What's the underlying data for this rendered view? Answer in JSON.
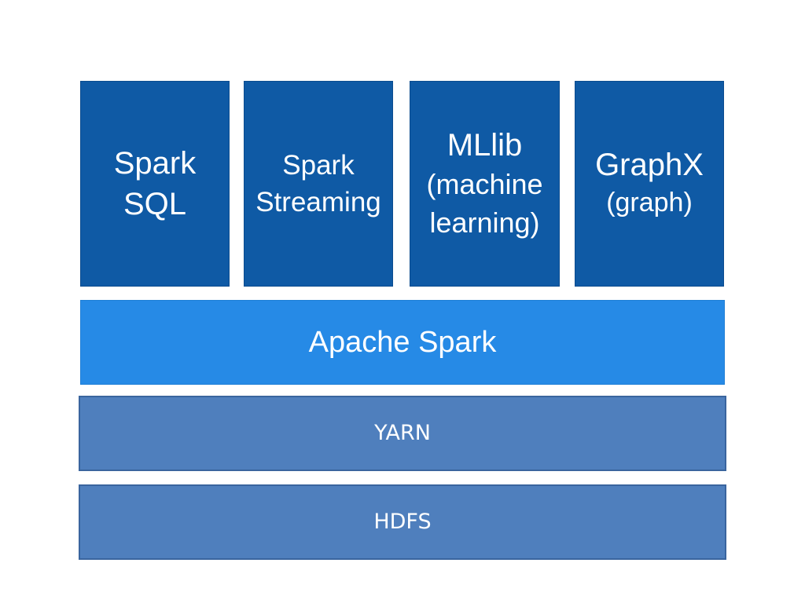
{
  "stack": {
    "libraries": [
      {
        "lines": [
          "Spark",
          "SQL"
        ]
      },
      {
        "lines": [
          "Spark",
          "Streaming"
        ]
      },
      {
        "lines": [
          "MLlib",
          "(machine",
          "learning)"
        ]
      },
      {
        "lines": [
          "GraphX",
          "(graph)"
        ]
      }
    ],
    "core": "Apache Spark",
    "resource_manager": "YARN",
    "storage": "HDFS"
  },
  "colors": {
    "library_box": "#0f5aa5",
    "core_box": "#268ae6",
    "layer_box": "#4f7fbd",
    "layer_border": "#3a659e",
    "text": "#ffffff",
    "background": "#ffffff"
  }
}
